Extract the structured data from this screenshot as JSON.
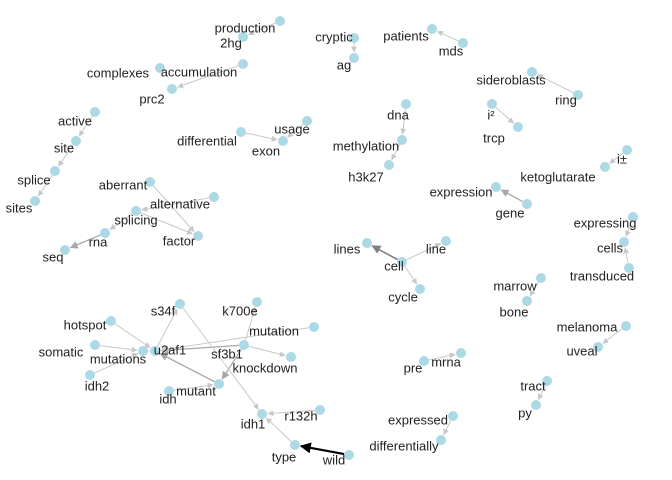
{
  "graph": {
    "node_color": "#add8e6",
    "edge_colors": {
      "default": "#c8c8c8",
      "medium": "#a8a8a8",
      "dark": "#808080",
      "strong": "#000000"
    },
    "nodes": [
      {
        "id": "production",
        "label": "production"
      },
      {
        "id": "2hg",
        "label": "2hg"
      },
      {
        "id": "cryptic",
        "label": "cryptic"
      },
      {
        "id": "ag",
        "label": "ag"
      },
      {
        "id": "patients",
        "label": "patients"
      },
      {
        "id": "mds",
        "label": "mds"
      },
      {
        "id": "complexes",
        "label": "complexes"
      },
      {
        "id": "accumulation",
        "label": "accumulation"
      },
      {
        "id": "prc2",
        "label": "prc2"
      },
      {
        "id": "sideroblasts",
        "label": "sideroblasts"
      },
      {
        "id": "ring",
        "label": "ring"
      },
      {
        "id": "active",
        "label": "active"
      },
      {
        "id": "site",
        "label": "site"
      },
      {
        "id": "dna",
        "label": "dna"
      },
      {
        "id": "i2",
        "label": "i²"
      },
      {
        "id": "trcp",
        "label": "trcp"
      },
      {
        "id": "differential",
        "label": "differential"
      },
      {
        "id": "usage",
        "label": "usage"
      },
      {
        "id": "exon",
        "label": "exon"
      },
      {
        "id": "methylation",
        "label": "methylation"
      },
      {
        "id": "h3k27",
        "label": "h3k27"
      },
      {
        "id": "ia",
        "label": "i±"
      },
      {
        "id": "ketoglutarate",
        "label": "ketoglutarate"
      },
      {
        "id": "splice",
        "label": "splice"
      },
      {
        "id": "sites",
        "label": "sites"
      },
      {
        "id": "aberrant",
        "label": "aberrant"
      },
      {
        "id": "alternative",
        "label": "alternative"
      },
      {
        "id": "expression",
        "label": "expression"
      },
      {
        "id": "gene",
        "label": "gene"
      },
      {
        "id": "splicing",
        "label": "splicing"
      },
      {
        "id": "expressing",
        "label": "expressing"
      },
      {
        "id": "rna",
        "label": "rna"
      },
      {
        "id": "factor",
        "label": "factor"
      },
      {
        "id": "cells",
        "label": "cells"
      },
      {
        "id": "seq",
        "label": "seq"
      },
      {
        "id": "lines",
        "label": "lines"
      },
      {
        "id": "line",
        "label": "line"
      },
      {
        "id": "cell",
        "label": "cell"
      },
      {
        "id": "transduced",
        "label": "transduced"
      },
      {
        "id": "cycle",
        "label": "cycle"
      },
      {
        "id": "marrow",
        "label": "marrow"
      },
      {
        "id": "s34f",
        "label": "s34f"
      },
      {
        "id": "k700e",
        "label": "k700e"
      },
      {
        "id": "bone",
        "label": "bone"
      },
      {
        "id": "hotspot",
        "label": "hotspot"
      },
      {
        "id": "mutation",
        "label": "mutation"
      },
      {
        "id": "melanoma",
        "label": "melanoma"
      },
      {
        "id": "somatic",
        "label": "somatic"
      },
      {
        "id": "u2af1",
        "label": "u2af1"
      },
      {
        "id": "sf3b1",
        "label": "sf3b1"
      },
      {
        "id": "mutations",
        "label": "mutations"
      },
      {
        "id": "uveal",
        "label": "uveal"
      },
      {
        "id": "pre",
        "label": "pre"
      },
      {
        "id": "mrna",
        "label": "mrna"
      },
      {
        "id": "knockdown",
        "label": "knockdown"
      },
      {
        "id": "idh2",
        "label": "idh2"
      },
      {
        "id": "mutant",
        "label": "mutant"
      },
      {
        "id": "tract",
        "label": "tract"
      },
      {
        "id": "idh",
        "label": "idh"
      },
      {
        "id": "py",
        "label": "py"
      },
      {
        "id": "r132h",
        "label": "r132h"
      },
      {
        "id": "idh1",
        "label": "idh1"
      },
      {
        "id": "expressed",
        "label": "expressed"
      },
      {
        "id": "differentially",
        "label": "differentially"
      },
      {
        "id": "type",
        "label": "type"
      },
      {
        "id": "wild",
        "label": "wild"
      }
    ],
    "edges": [
      {
        "from": "production",
        "to": "2hg",
        "weight": "default"
      },
      {
        "from": "cryptic",
        "to": "ag",
        "weight": "default"
      },
      {
        "from": "mds",
        "to": "patients",
        "weight": "default"
      },
      {
        "from": "accumulation",
        "to": "prc2",
        "weight": "default"
      },
      {
        "from": "ring",
        "to": "sideroblasts",
        "weight": "default"
      },
      {
        "from": "active",
        "to": "site",
        "weight": "default"
      },
      {
        "from": "i2",
        "to": "trcp",
        "weight": "default"
      },
      {
        "from": "differential",
        "to": "exon",
        "weight": "default"
      },
      {
        "from": "usage",
        "to": "exon",
        "weight": "default"
      },
      {
        "from": "methylation",
        "to": "h3k27",
        "weight": "default"
      },
      {
        "from": "dna",
        "to": "methylation",
        "weight": "default"
      },
      {
        "from": "ia",
        "to": "ketoglutarate",
        "weight": "default"
      },
      {
        "from": "site",
        "to": "splice",
        "weight": "default"
      },
      {
        "from": "splice",
        "to": "sites",
        "weight": "default"
      },
      {
        "from": "gene",
        "to": "expression",
        "weight": "medium"
      },
      {
        "from": "aberrant",
        "to": "factor",
        "weight": "default"
      },
      {
        "from": "alternative",
        "to": "splicing",
        "weight": "default"
      },
      {
        "from": "splicing",
        "to": "factor",
        "weight": "default"
      },
      {
        "from": "splicing",
        "to": "rna",
        "weight": "default"
      },
      {
        "from": "rna",
        "to": "seq",
        "weight": "medium"
      },
      {
        "from": "expressing",
        "to": "cells",
        "weight": "default"
      },
      {
        "from": "transduced",
        "to": "cells",
        "weight": "default"
      },
      {
        "from": "cell",
        "to": "lines",
        "weight": "dark"
      },
      {
        "from": "cell",
        "to": "line",
        "weight": "default"
      },
      {
        "from": "cell",
        "to": "cycle",
        "weight": "default"
      },
      {
        "from": "marrow",
        "to": "bone",
        "weight": "default"
      },
      {
        "from": "melanoma",
        "to": "uveal",
        "weight": "default"
      },
      {
        "from": "pre",
        "to": "mrna",
        "weight": "default"
      },
      {
        "from": "tract",
        "to": "py",
        "weight": "default"
      },
      {
        "from": "expressed",
        "to": "differentially",
        "weight": "default"
      },
      {
        "from": "hotspot",
        "to": "u2af1",
        "weight": "default"
      },
      {
        "from": "somatic",
        "to": "mutations",
        "weight": "default"
      },
      {
        "from": "idh2",
        "to": "mutations",
        "weight": "default"
      },
      {
        "from": "mutations",
        "to": "u2af1",
        "weight": "default"
      },
      {
        "from": "u2af1",
        "to": "s34f",
        "weight": "default"
      },
      {
        "from": "sf3b1",
        "to": "k700e",
        "weight": "default"
      },
      {
        "from": "sf3b1",
        "to": "u2af1",
        "weight": "medium"
      },
      {
        "from": "mutation",
        "to": "u2af1",
        "weight": "default"
      },
      {
        "from": "sf3b1",
        "to": "knockdown",
        "weight": "default"
      },
      {
        "from": "sf3b1",
        "to": "mutant",
        "weight": "medium"
      },
      {
        "from": "mutant",
        "to": "u2af1",
        "weight": "medium"
      },
      {
        "from": "idh",
        "to": "mutant",
        "weight": "default"
      },
      {
        "from": "s34f",
        "to": "idh1",
        "weight": "default"
      },
      {
        "from": "r132h",
        "to": "idh1",
        "weight": "default"
      },
      {
        "from": "type",
        "to": "idh1",
        "weight": "default"
      },
      {
        "from": "wild",
        "to": "type",
        "weight": "strong"
      }
    ]
  }
}
